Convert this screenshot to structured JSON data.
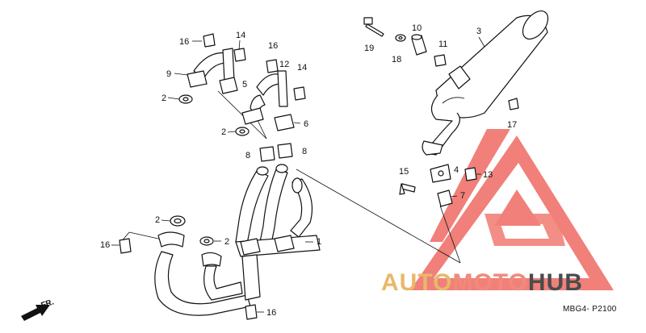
{
  "diagram": {
    "code": "MBG4- P2100",
    "direction_label": "FR.",
    "callouts": [
      "1",
      "2",
      "3",
      "4",
      "5",
      "6",
      "7",
      "8",
      "9",
      "10",
      "11",
      "12",
      "13",
      "14",
      "15",
      "16",
      "17",
      "18",
      "19"
    ]
  },
  "watermark": {
    "part1": "AUTO",
    "part2": "MOTO",
    "part3": "HUB",
    "colors": {
      "auto": "#e8b86a",
      "moto": "#f08a7a",
      "hub": "#4b4b4b",
      "logo": "#ee6b62"
    }
  }
}
